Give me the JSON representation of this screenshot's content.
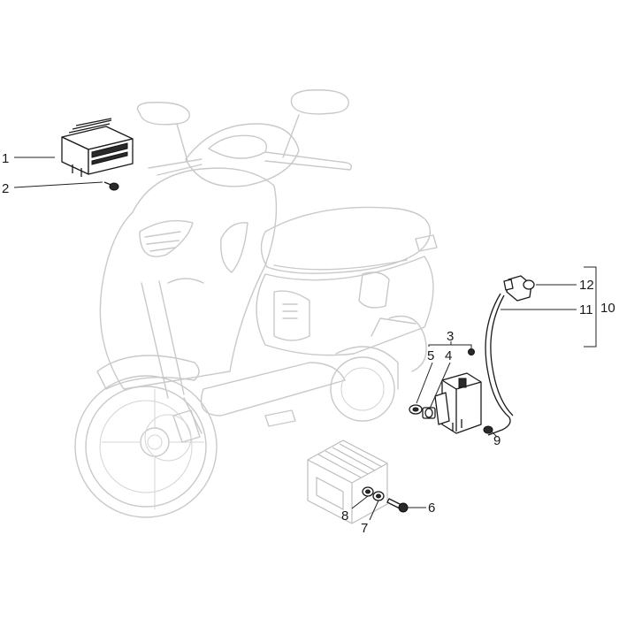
{
  "diagram": {
    "callouts": [
      {
        "id": "1",
        "label": "1"
      },
      {
        "id": "2",
        "label": "2"
      },
      {
        "id": "3",
        "label": "3"
      },
      {
        "id": "4",
        "label": "4"
      },
      {
        "id": "5",
        "label": "5"
      },
      {
        "id": "6",
        "label": "6"
      },
      {
        "id": "7",
        "label": "7"
      },
      {
        "id": "8",
        "label": "8"
      },
      {
        "id": "9",
        "label": "9"
      },
      {
        "id": "10",
        "label": "10"
      },
      {
        "id": "11",
        "label": "11"
      },
      {
        "id": "12",
        "label": "12"
      }
    ],
    "colors": {
      "ghost_outline": "#c9c9c9",
      "part_outline": "#1a1a1a",
      "background": "#ffffff"
    }
  }
}
